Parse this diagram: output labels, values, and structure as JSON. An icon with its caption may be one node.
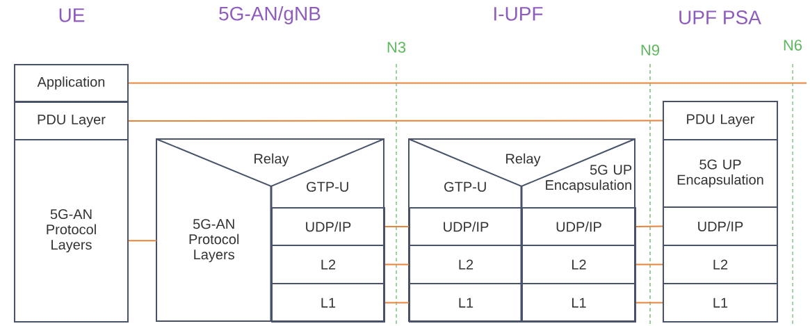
{
  "diagram": {
    "nodes": [
      {
        "text": [
          "Application"
        ]
      },
      {
        "text": [
          "PDU Layer"
        ]
      },
      {
        "text": [
          "5G-AN Protocol Layers"
        ]
      },
      {
        "text": [
          "Relay"
        ]
      },
      {
        "text": [
          "5G-AN Protocol Layers"
        ],
        "in": 3
      },
      {
        "text": [
          "GTP-U"
        ],
        "in": 3
      },
      {
        "text": [
          "UDP/IP"
        ],
        "in": 3
      },
      {
        "text": [
          "L2"
        ],
        "in": 3
      },
      {
        "text": [
          "L1"
        ],
        "in": 3
      },
      {
        "text": [
          "Relay"
        ]
      },
      {
        "text": [
          "GTP-U"
        ],
        "in": 9
      },
      {
        "text": [
          "5G UP Encapsulation"
        ],
        "in": 9
      },
      {
        "text": [
          "UDP/IP"
        ],
        "in": 9
      },
      {
        "text": [
          "L2"
        ],
        "in": 9
      },
      {
        "text": [
          "L1"
        ],
        "in": 9
      },
      {
        "text": [
          "UDP/IP"
        ],
        "in": 9
      },
      {
        "text": [
          "L2"
        ],
        "in": 9
      },
      {
        "text": [
          "L1"
        ],
        "in": 9
      },
      {
        "text": [
          "PDU Layer"
        ]
      },
      {
        "text": [
          "5G UP Encapsulation"
        ]
      },
      {
        "text": [
          "UDP/IP"
        ]
      },
      {
        "text": [
          "L2"
        ]
      },
      {
        "text": [
          "L1"
        ]
      }
    ],
    "edges": [
      {
        "from": 0,
        "to": null,
        "arrow": "none"
      },
      {
        "from": 1,
        "to": 18,
        "arrow": "none"
      },
      {
        "from": 2,
        "to": 4,
        "arrow": "none"
      },
      {
        "from": 6,
        "to": 12,
        "arrow": "none"
      },
      {
        "from": 7,
        "to": 13,
        "arrow": "none"
      },
      {
        "from": 8,
        "to": 14,
        "arrow": "none"
      },
      {
        "from": 15,
        "to": 20,
        "arrow": "none"
      },
      {
        "from": 16,
        "to": 21,
        "arrow": "none"
      },
      {
        "from": 17,
        "to": 22,
        "arrow": "none"
      }
    ],
    "labels": [
      "UE",
      "5G-AN/gNB",
      "I-UPF",
      "UPF PSA",
      "N3",
      "N9",
      "N6"
    ]
  }
}
